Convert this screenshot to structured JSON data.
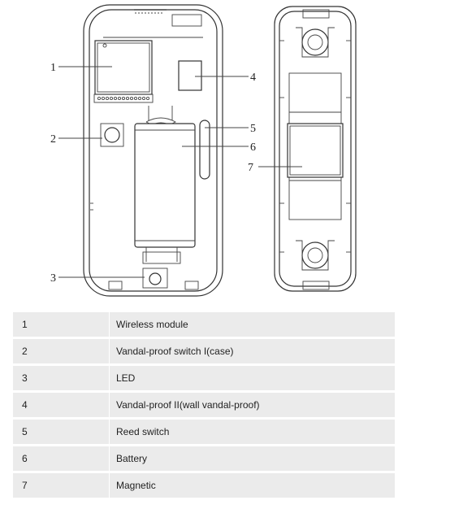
{
  "figure": {
    "callouts": [
      "1",
      "2",
      "3",
      "4",
      "5",
      "6",
      "7"
    ]
  },
  "table": {
    "rows": [
      {
        "num": "1",
        "desc": "Wireless module"
      },
      {
        "num": "2",
        "desc": "Vandal-proof switch I(case)"
      },
      {
        "num": "3",
        "desc": "LED"
      },
      {
        "num": "4",
        "desc": "Vandal-proof II(wall vandal-proof)"
      },
      {
        "num": "5",
        "desc": "Reed switch"
      },
      {
        "num": "6",
        "desc": "Battery"
      },
      {
        "num": "7",
        "desc": "Magnetic"
      }
    ]
  }
}
